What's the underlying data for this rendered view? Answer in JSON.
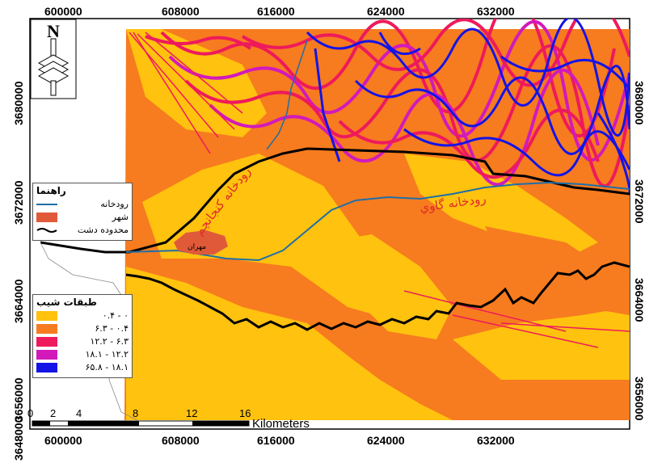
{
  "map": {
    "x_ticks": [
      "600000",
      "608000",
      "616000",
      "624000",
      "632000"
    ],
    "y_ticks": [
      "3680000",
      "3672000",
      "3664000",
      "3656000",
      "3648000"
    ],
    "north_label": "N",
    "river_label": "رودخانه گاوي",
    "river_label_2": "رودخانه کنجانچم",
    "city_label": "مهران"
  },
  "legend_guide": {
    "title": "راهنما",
    "items": [
      {
        "label": "رودخانه",
        "color": "#1f6fa6"
      },
      {
        "label": "شهر",
        "color": "#e05a3a"
      },
      {
        "label": "محدوده دشت",
        "color": "#000000"
      }
    ]
  },
  "legend_slope": {
    "title": "طبقات شيب",
    "items": [
      {
        "label": "۰ - ۰.۴",
        "color": "#ffc20e"
      },
      {
        "label": "۰.۴ - ۶.۳",
        "color": "#f77b1f"
      },
      {
        "label": "۶.۳ - ۱۲.۲",
        "color": "#ee1a5c"
      },
      {
        "label": "۱۲.۲ - ۱۸.۱",
        "color": "#d21abb"
      },
      {
        "label": "۱۸.۱ - ۶۵.۸",
        "color": "#1414e6"
      }
    ]
  },
  "scale": {
    "ticks": [
      "0",
      "2",
      "4",
      "8",
      "12",
      "16"
    ],
    "unit": "Kilometers"
  }
}
